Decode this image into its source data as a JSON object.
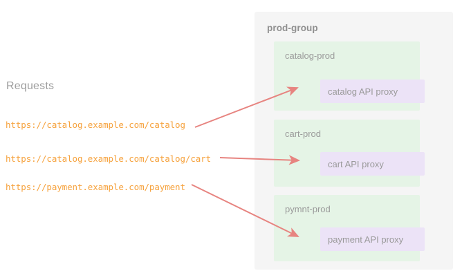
{
  "theme": {
    "background": "#ffffff",
    "panel_bg": "#f5f5f5",
    "env_bg": "#e5f4e6",
    "proxy_bg": "#ece3f7",
    "url_color": "#f6a23d",
    "label_gray": "#9a9a9a",
    "title_gray": "#8f8f8f",
    "arrow_color": "#e78480"
  },
  "requests": {
    "heading": "Requests",
    "urls": [
      {
        "text": "https://catalog.example.com/catalog"
      },
      {
        "text": "https://catalog.example.com/catalog/cart"
      },
      {
        "text": "https://payment.example.com/payment"
      }
    ]
  },
  "group": {
    "title": "prod-group",
    "environments": [
      {
        "name": "catalog-prod",
        "proxy": "catalog API proxy"
      },
      {
        "name": "cart-prod",
        "proxy": "cart API proxy"
      },
      {
        "name": "pymnt-prod",
        "proxy": "payment API proxy"
      }
    ]
  },
  "connections": [
    {
      "from": "https://catalog.example.com/catalog",
      "to": "catalog API proxy"
    },
    {
      "from": "https://catalog.example.com/catalog/cart",
      "to": "cart API proxy"
    },
    {
      "from": "https://payment.example.com/payment",
      "to": "payment API proxy"
    }
  ]
}
